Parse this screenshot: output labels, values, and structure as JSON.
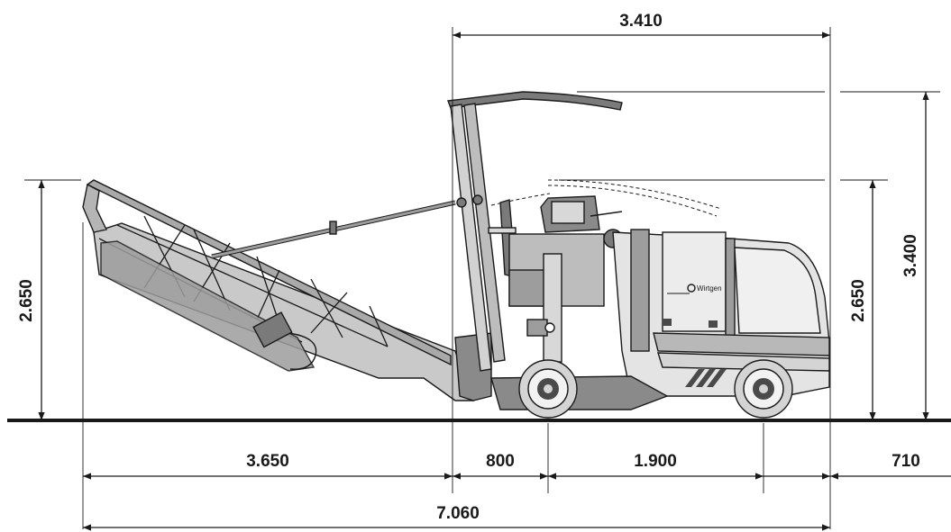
{
  "dimensions": {
    "top_width": "3.410",
    "left_height": "2.650",
    "right_height_low": "2.650",
    "right_height_high": "3.400",
    "conveyor_length": "3.650",
    "front_overhang": "800",
    "wheelbase": "1.900",
    "rear_overhang": "710",
    "overall_length": "7.060"
  },
  "machine": {
    "brand_logo": "Wirtgen"
  },
  "colors": {
    "line": "#1a1a1a",
    "body_light": "#e4e4e4",
    "body_mid": "#b8b8b8",
    "body_dark": "#7a7a7a"
  }
}
